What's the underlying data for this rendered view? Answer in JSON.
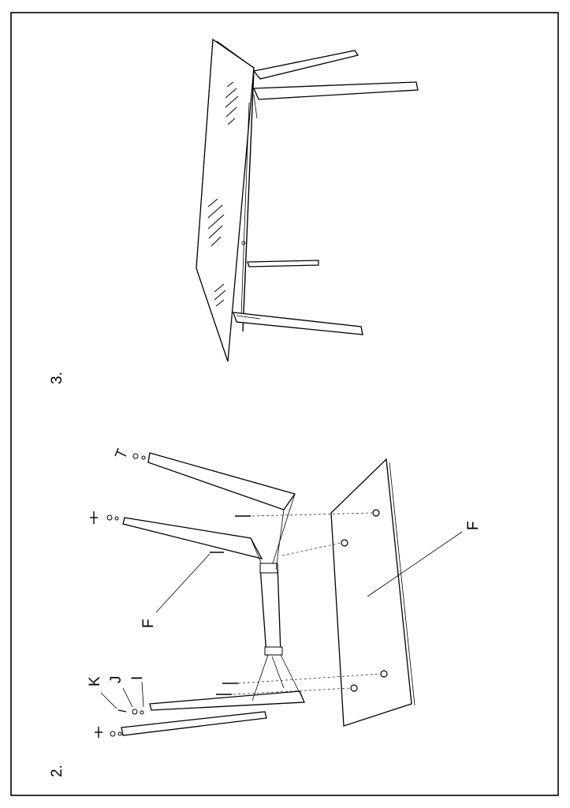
{
  "steps": {
    "step2": "2.",
    "step3": "3."
  },
  "labels": {
    "k": "K",
    "j": "J",
    "i": "I",
    "f_bolt": "F",
    "f_top": "F"
  }
}
